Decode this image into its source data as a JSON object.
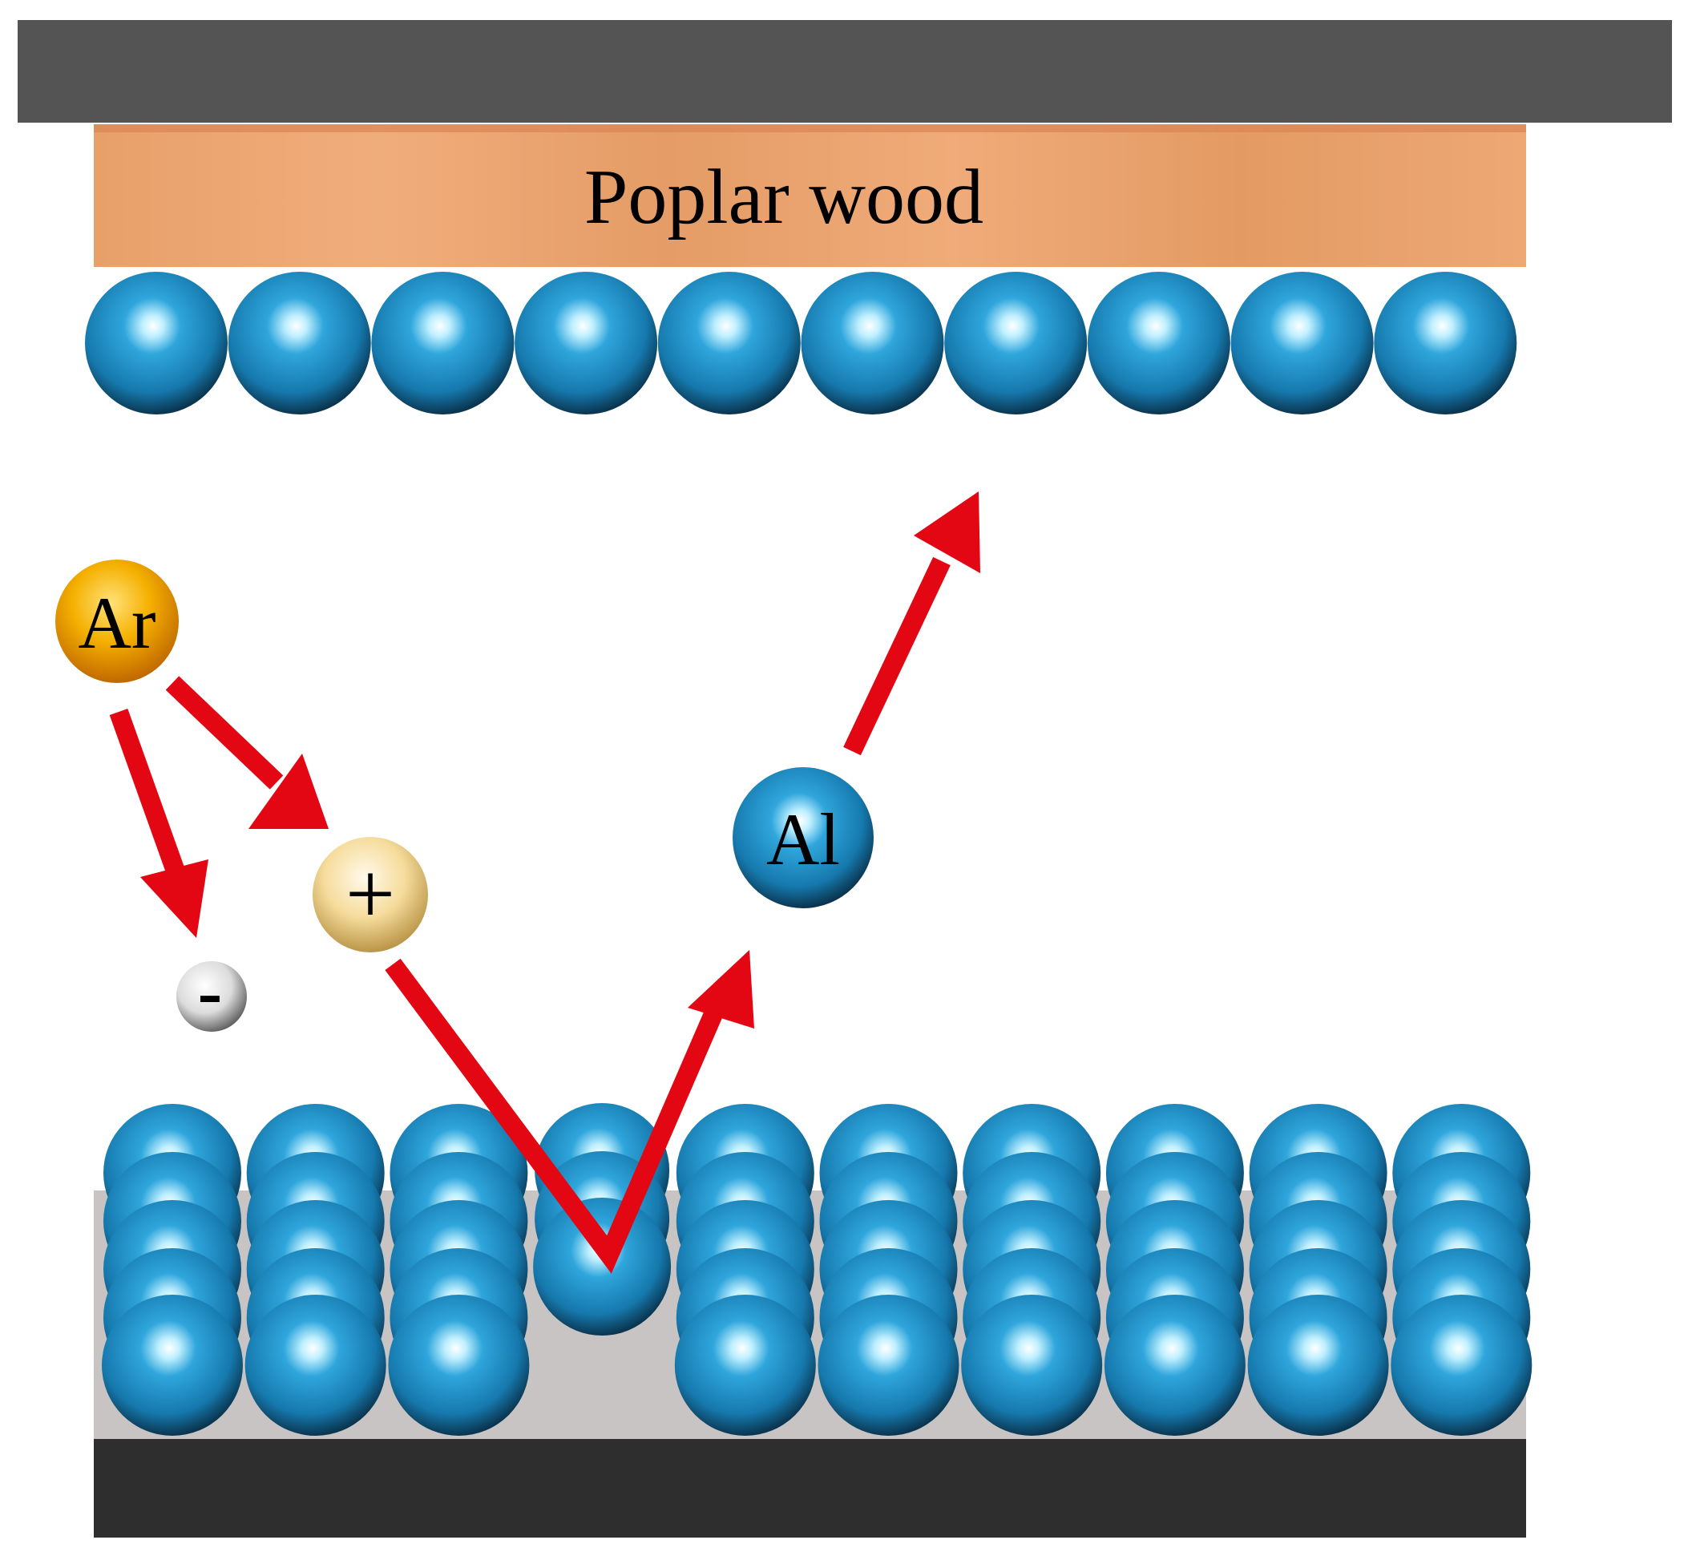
{
  "diagram": {
    "substrate_label": "Poplar wood",
    "species": {
      "argon": "Ar",
      "aluminum": "Al",
      "ion_sign": "+",
      "electron_sign": "-"
    },
    "colors": {
      "top_plate": "#545454",
      "bottom_plate": "#2e2e2e",
      "target_backing": "#c8c4c4",
      "wood": "#e8a16a",
      "atom": "#1f8fc7",
      "argon": "#f2a300",
      "ion": "#f0d48f",
      "electron": "#e0e0e0",
      "arrow": "#e30613"
    },
    "icons": {
      "aluminum_atom": "blue-sphere",
      "argon_atom": "orange-sphere",
      "argon_ion": "cream-sphere",
      "electron": "white-sphere",
      "trajectory": "red-arrow"
    }
  }
}
